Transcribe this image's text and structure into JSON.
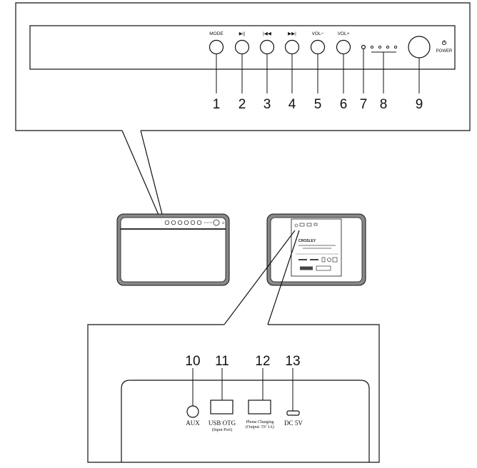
{
  "front_panel": {
    "buttons": [
      {
        "label": "MODE",
        "number": "1"
      },
      {
        "label": "▶||",
        "number": "2"
      },
      {
        "label": "|◀◀",
        "number": "3"
      },
      {
        "label": "▶▶|",
        "number": "4"
      },
      {
        "label": "VOL−",
        "number": "5"
      },
      {
        "label": "VOL+",
        "number": "6"
      }
    ],
    "indicator_number": "7",
    "led_number": "8",
    "power": {
      "label": "POWER",
      "icon": "power-icon",
      "number": "9"
    }
  },
  "rear_panel": {
    "brand": "CROSLEY",
    "ports": [
      {
        "number": "10",
        "label": "AUX",
        "sublabel": ""
      },
      {
        "number": "11",
        "label": "USB OTG",
        "sublabel": "(Input Port)"
      },
      {
        "number": "12",
        "label": "Phone Charging",
        "sublabel": "(Output: 5V 1A)"
      },
      {
        "number": "13",
        "label": "DC 5V",
        "sublabel": ""
      }
    ]
  }
}
